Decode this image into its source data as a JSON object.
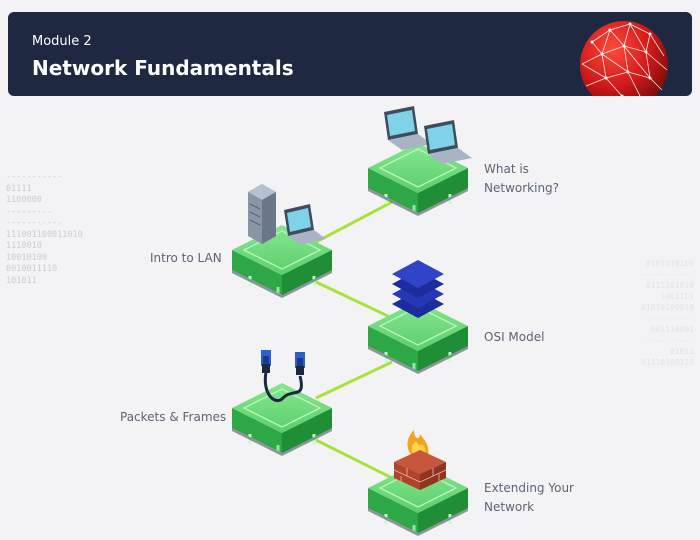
{
  "banner": {
    "module_label": "Module 2",
    "title": "Network Fundamentals"
  },
  "background": {
    "binary_left": "-----------\n01111\n1100000\n---------\n-----------\n111001100011010\n1110010\n10010100\n0010011110\n101011",
    "binary_right": "0101010100\n-----------\n0111101010\n1001101\n01010100010\n----------\n001110001\n----------\n01011\n01110100110"
  },
  "nodes": [
    {
      "label": "What is\nNetworking?",
      "icon": "laptops-icon"
    },
    {
      "label": "Intro to LAN",
      "icon": "server-and-laptop-icon"
    },
    {
      "label": "OSI Model",
      "icon": "layers-stack-icon"
    },
    {
      "label": "Packets & Frames",
      "icon": "usb-cable-icon"
    },
    {
      "label": "Extending Your\nNetwork",
      "icon": "firewall-icon"
    }
  ],
  "colors": {
    "banner_bg": "#1e2941",
    "platform_top": "#6fdc7c",
    "platform_side": "#27a43e",
    "connector": "#a6e33a",
    "sphere": "#d81e1e"
  }
}
